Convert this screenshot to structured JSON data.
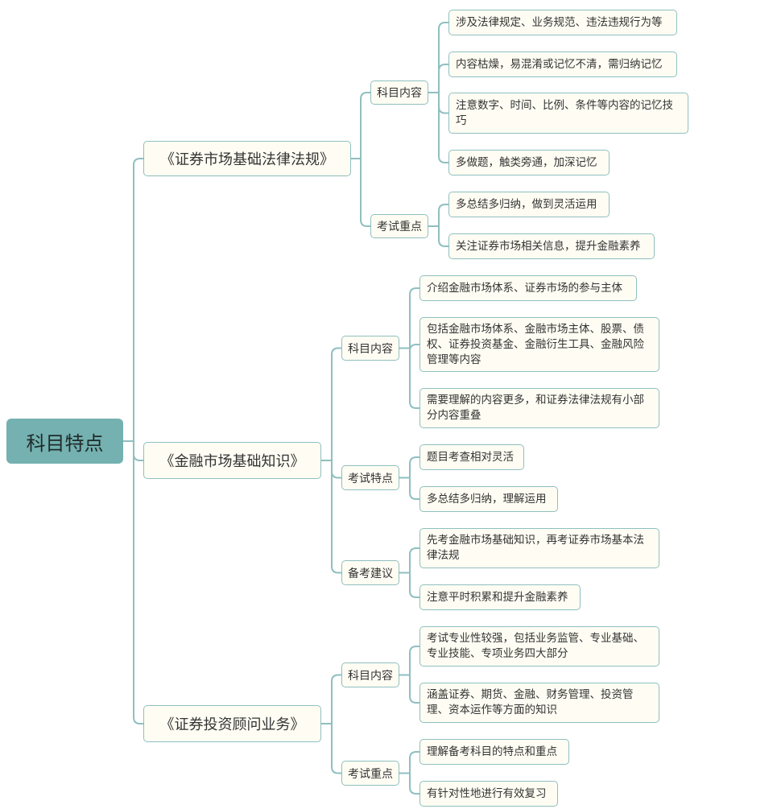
{
  "root": "科目特点",
  "branches": [
    {
      "title": "《证券市场基础法律法规》",
      "groups": [
        {
          "label": "科目内容",
          "items": [
            "涉及法律规定、业务规范、违法违规行为等",
            "内容枯燥，易混淆或记忆不清，需归纳记忆",
            "注意数字、时间、比例、条件等内容的记忆技巧",
            "多做题，触类旁通，加深记忆"
          ]
        },
        {
          "label": "考试重点",
          "items": [
            "多总结多归纳，做到灵活运用",
            "关注证券市场相关信息，提升金融素养"
          ]
        }
      ]
    },
    {
      "title": "《金融市场基础知识》",
      "groups": [
        {
          "label": "科目内容",
          "items": [
            "介绍金融市场体系、证券市场的参与主体",
            "包括金融市场体系、金融市场主体、股票、债权、证券投资基金、金融衍生工具、金融风险管理等内容",
            "需要理解的内容更多，和证券法律法规有小部分内容重叠"
          ]
        },
        {
          "label": "考试特点",
          "items": [
            "题目考查相对灵活",
            "多总结多归纳，理解运用"
          ]
        },
        {
          "label": "备考建议",
          "items": [
            "先考金融市场基础知识，再考证券市场基本法律法规",
            "注意平时积累和提升金融素养"
          ]
        }
      ]
    },
    {
      "title": "《证券投资顾问业务》",
      "groups": [
        {
          "label": "科目内容",
          "items": [
            "考试专业性较强，包括业务监管、专业基础、专业技能、专项业务四大部分",
            "涵盖证券、期货、金融、财务管理、投资管理、资本运作等方面的知识"
          ]
        },
        {
          "label": "考试重点",
          "items": [
            "理解备考科目的特点和重点",
            "有针对性地进行有效复习"
          ]
        }
      ]
    }
  ],
  "colors": {
    "root_fill": "#74b1b0",
    "line": "#8fbfc0",
    "node_fill": "#fffdf3"
  }
}
